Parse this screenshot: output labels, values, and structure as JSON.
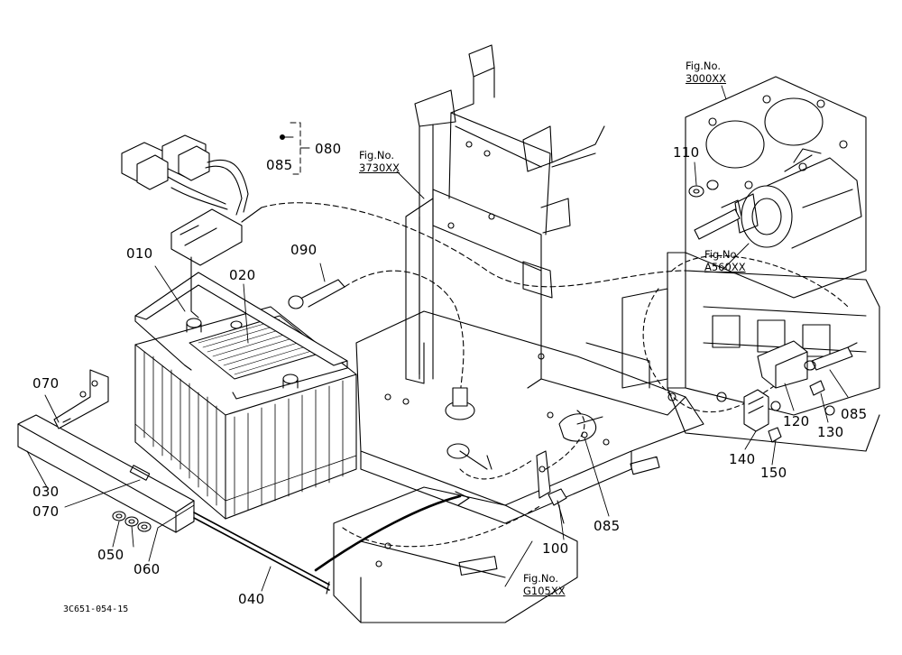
{
  "diagram": {
    "part_labels": {
      "p010": "010",
      "p020": "020",
      "p030": "030",
      "p040": "040",
      "p050": "050",
      "p060": "060",
      "p070_top": "070",
      "p070_bottom": "070",
      "p080": "080",
      "p085_harness": "085",
      "p085_center": "085",
      "p085_right": "085",
      "p090": "090",
      "p100": "100",
      "p110": "110",
      "p120": "120",
      "p130": "130",
      "p140": "140",
      "p150": "150"
    },
    "fig_refs": [
      {
        "title": "Fig.No.",
        "number": "3000XX"
      },
      {
        "title": "Fig.No.",
        "number": "3730XX"
      },
      {
        "title": "Fig.No.",
        "number": "A560XX"
      },
      {
        "title": "Fig.No.",
        "number": "G105XX"
      }
    ],
    "drawing_code": "3C651-054-15"
  }
}
